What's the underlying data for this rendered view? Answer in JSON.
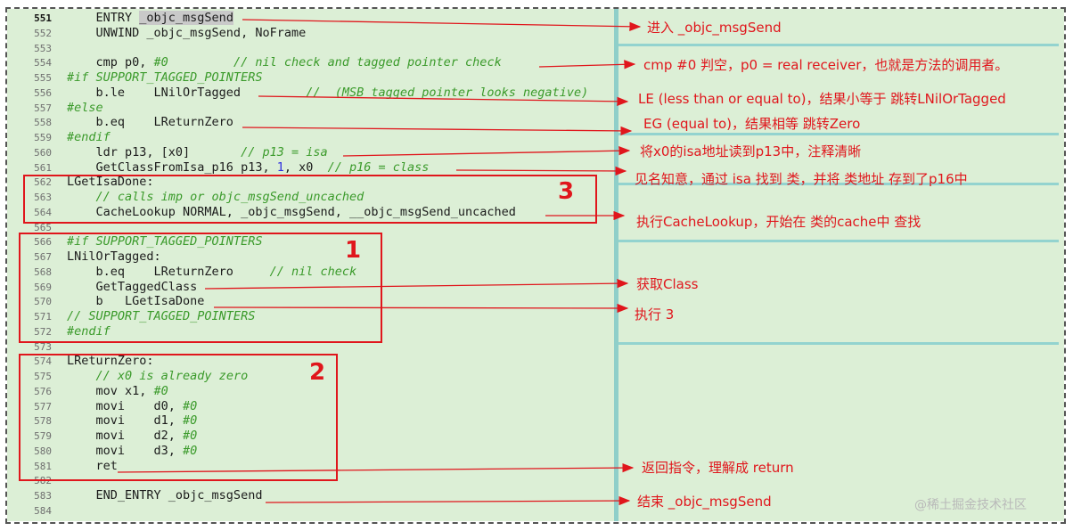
{
  "colors": {
    "accent": "#e0161c",
    "editor_bg": "#dcefd6",
    "divider": "#8fcfc9",
    "comment": "#3a9a2a",
    "number": "#2d2de0"
  },
  "lines": [
    {
      "n": "551",
      "current": true,
      "segs": [
        {
          "t": "    ENTRY "
        },
        {
          "t": "_objc_msgSend",
          "k": "sel"
        }
      ]
    },
    {
      "n": "552",
      "segs": [
        {
          "t": "    UNWIND _objc_msgSend, NoFrame"
        }
      ]
    },
    {
      "n": "553",
      "segs": []
    },
    {
      "n": "554",
      "segs": [
        {
          "t": "    cmp p0, "
        },
        {
          "t": "#0",
          "k": "c"
        },
        {
          "t": "         "
        },
        {
          "t": "// nil check and tagged pointer check",
          "k": "c"
        }
      ]
    },
    {
      "n": "555",
      "segs": [
        {
          "t": "#if SUPPORT_TAGGED_POINTERS",
          "k": "p"
        }
      ]
    },
    {
      "n": "556",
      "segs": [
        {
          "t": "    b.le    LNilOrTagged         "
        },
        {
          "t": "//  (MSB tagged pointer looks negative)",
          "k": "c"
        }
      ]
    },
    {
      "n": "557",
      "segs": [
        {
          "t": "#else",
          "k": "p"
        }
      ]
    },
    {
      "n": "558",
      "segs": [
        {
          "t": "    b.eq    LReturnZero"
        }
      ]
    },
    {
      "n": "559",
      "segs": [
        {
          "t": "#endif",
          "k": "p"
        }
      ]
    },
    {
      "n": "560",
      "segs": [
        {
          "t": "    ldr p13, [x0]       "
        },
        {
          "t": "// p13 = isa",
          "k": "c"
        }
      ]
    },
    {
      "n": "561",
      "segs": [
        {
          "t": "    GetClassFromIsa_p16 p13, "
        },
        {
          "t": "1",
          "k": "n"
        },
        {
          "t": ", x0  "
        },
        {
          "t": "// p16 = class",
          "k": "c"
        }
      ]
    },
    {
      "n": "562",
      "segs": [
        {
          "t": "LGetIsaDone:"
        }
      ]
    },
    {
      "n": "563",
      "segs": [
        {
          "t": "    "
        },
        {
          "t": "// calls imp or objc_msgSend_uncached",
          "k": "c"
        }
      ]
    },
    {
      "n": "564",
      "segs": [
        {
          "t": "    CacheLookup NORMAL, _objc_msgSend, __objc_msgSend_uncached"
        }
      ]
    },
    {
      "n": "565",
      "segs": []
    },
    {
      "n": "566",
      "segs": [
        {
          "t": "#if SUPPORT_TAGGED_POINTERS",
          "k": "p"
        }
      ]
    },
    {
      "n": "567",
      "segs": [
        {
          "t": "LNilOrTagged:"
        }
      ]
    },
    {
      "n": "568",
      "segs": [
        {
          "t": "    b.eq    LReturnZero     "
        },
        {
          "t": "// nil check",
          "k": "c"
        }
      ]
    },
    {
      "n": "569",
      "segs": [
        {
          "t": "    GetTaggedClass"
        }
      ]
    },
    {
      "n": "570",
      "segs": [
        {
          "t": "    b   LGetIsaDone"
        }
      ]
    },
    {
      "n": "571",
      "segs": [
        {
          "t": "// SUPPORT_TAGGED_POINTERS",
          "k": "c"
        }
      ]
    },
    {
      "n": "572",
      "segs": [
        {
          "t": "#endif",
          "k": "p"
        }
      ]
    },
    {
      "n": "573",
      "segs": []
    },
    {
      "n": "574",
      "segs": [
        {
          "t": "LReturnZero:"
        }
      ]
    },
    {
      "n": "575",
      "segs": [
        {
          "t": "    "
        },
        {
          "t": "// x0 is already zero",
          "k": "c"
        }
      ]
    },
    {
      "n": "576",
      "segs": [
        {
          "t": "    mov x1, "
        },
        {
          "t": "#0",
          "k": "c"
        }
      ]
    },
    {
      "n": "577",
      "segs": [
        {
          "t": "    movi    d0, "
        },
        {
          "t": "#0",
          "k": "c"
        }
      ]
    },
    {
      "n": "578",
      "segs": [
        {
          "t": "    movi    d1, "
        },
        {
          "t": "#0",
          "k": "c"
        }
      ]
    },
    {
      "n": "579",
      "segs": [
        {
          "t": "    movi    d2, "
        },
        {
          "t": "#0",
          "k": "c"
        }
      ]
    },
    {
      "n": "580",
      "segs": [
        {
          "t": "    movi    d3, "
        },
        {
          "t": "#0",
          "k": "c"
        }
      ]
    },
    {
      "n": "581",
      "segs": [
        {
          "t": "    ret"
        }
      ]
    },
    {
      "n": "582",
      "segs": []
    },
    {
      "n": "583",
      "segs": [
        {
          "t": "    END_ENTRY _objc_msgSend"
        }
      ]
    },
    {
      "n": "584",
      "segs": []
    }
  ],
  "boxes": [
    {
      "label": "3"
    },
    {
      "label": "1"
    },
    {
      "label": "2"
    }
  ],
  "notes": [
    "进入 _objc_msgSend",
    "cmp #0 判空，p0 = real receiver，也就是方法的调用者。",
    "LE (less than or equal to)，结果小等于 跳转LNilOrTagged",
    "EG (equal to)，结果相等 跳转Zero",
    "将x0的isa地址读到p13中，注释清晰",
    "见名知意，通过 isa 找到 类，并将 类地址 存到了p16中",
    "执行CacheLookup，开始在 类的cache中 查找",
    "获取Class",
    "执行 3",
    "返回指令，理解成 return",
    "结束 _objc_msgSend"
  ],
  "watermark": "@稀土掘金技术社区"
}
